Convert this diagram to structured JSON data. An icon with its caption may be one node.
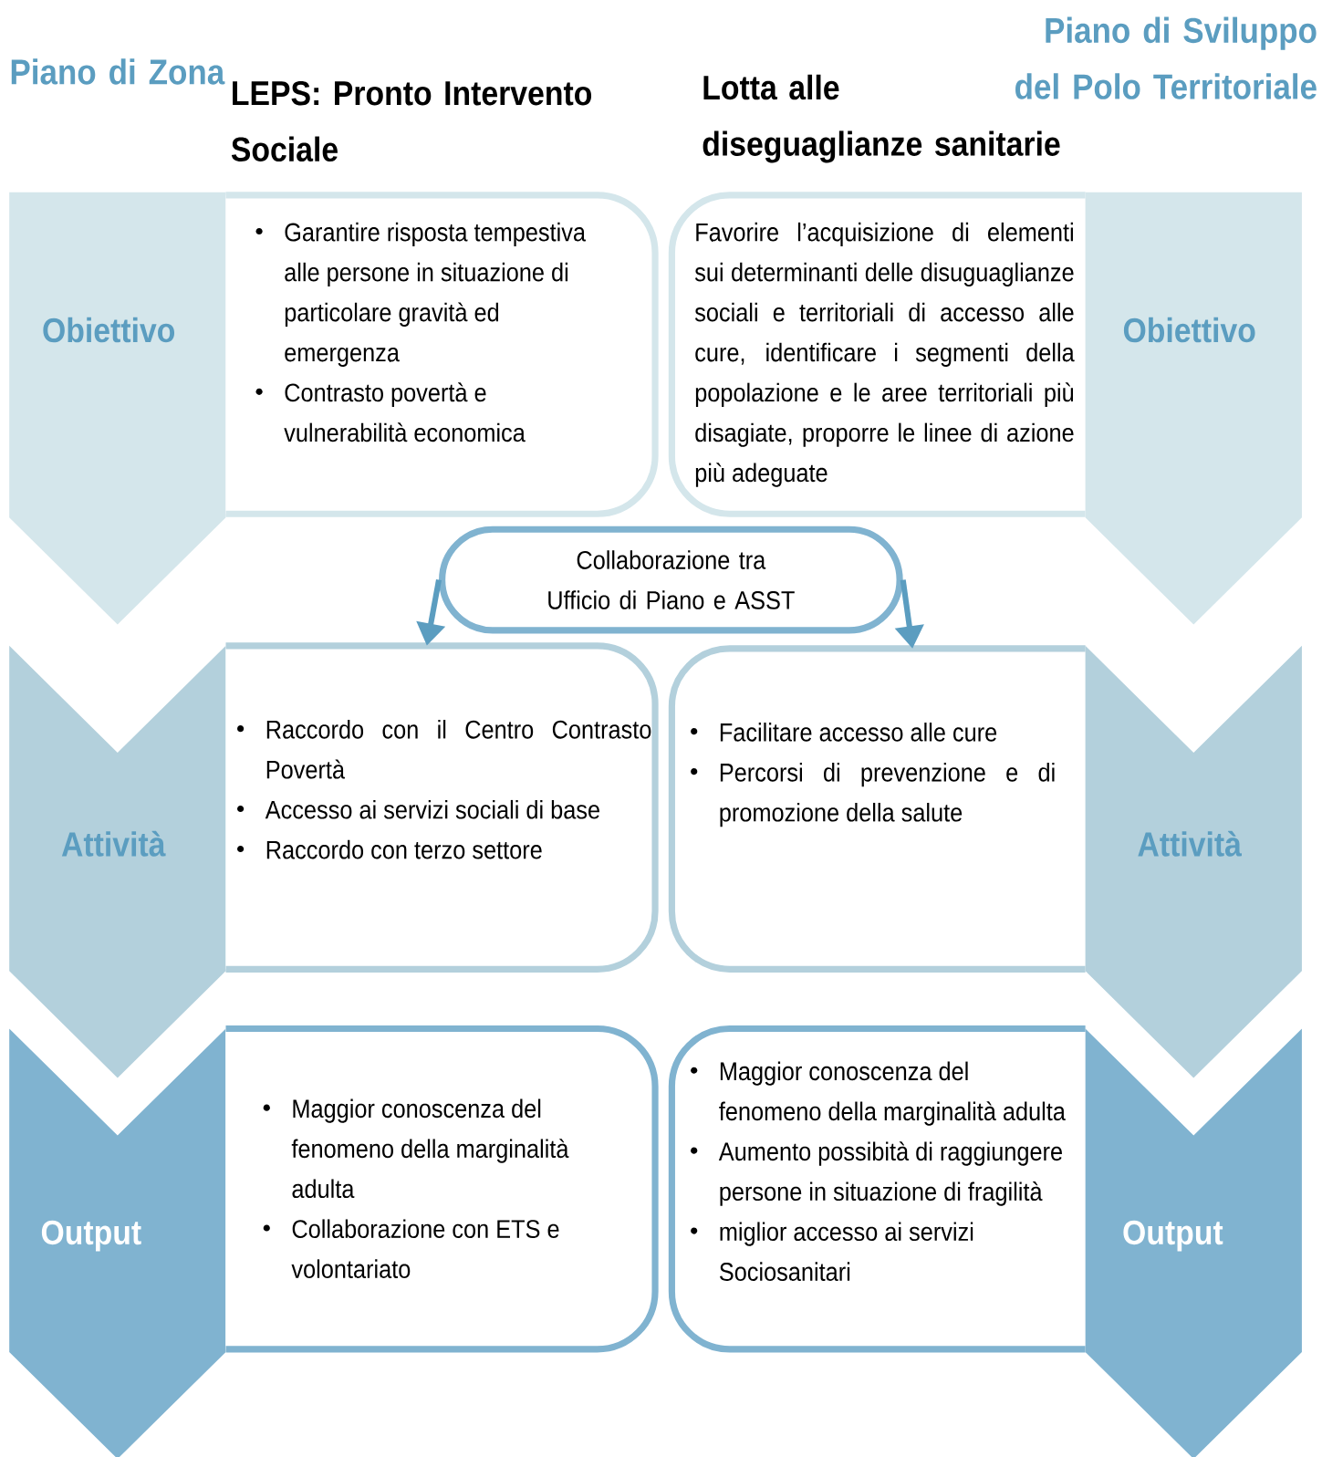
{
  "diagram": {
    "nodes": [
      {
        "text": [
          "Obiettivo"
        ]
      },
      {
        "text": [
          "Garantire risposta tempestiva alle persone in situazione di particolare gravità ed emergenza",
          "Contrasto povertà e vulnerabilità economica"
        ]
      },
      {
        "text": [
          "Favorire l’acquisizione di elementi sui determinanti delle disuguaglianze sociali e territoriali di accesso alle cure, identificare i segmenti della popolazione e le aree territoriali più disagiate, proporre le linee di azione più adeguate"
        ]
      },
      {
        "text": [
          "Obiettivo"
        ]
      },
      {
        "text": [
          "Collaborazione tra Ufficio di Piano e ASST"
        ]
      },
      {
        "text": [
          "Attività"
        ]
      },
      {
        "text": [
          "Raccordo con il Centro Contrasto Povertà",
          "Accesso ai servizi sociali di base",
          "Raccordo con terzo settore"
        ]
      },
      {
        "text": [
          "Facilitare accesso alle cure",
          "Percorsi di prevenzione e di promozione della salute"
        ]
      },
      {
        "text": [
          "Attività"
        ]
      },
      {
        "text": [
          "Output"
        ]
      },
      {
        "text": [
          "Maggior conoscenza del fenomeno della marginalità adulta",
          "Collaborazione con ETS e volontariato"
        ]
      },
      {
        "text": [
          "Maggior conoscenza del fenomeno della marginalità adulta",
          "Aumento possibità di raggiungere persone in situazione di fragilità",
          "miglior accesso ai servizi Sociosanitari"
        ]
      },
      {
        "text": [
          "Output"
        ]
      }
    ],
    "edges": [
      {
        "from": 4,
        "to": 6,
        "arrow": "to"
      },
      {
        "from": 4,
        "to": 7,
        "arrow": "to"
      }
    ],
    "labels": [
      "Piano di Zona",
      "LEPS: Pronto Intervento Sociale",
      "Lotta alle diseguaglianze sanitarie",
      "Piano di Sviluppo del Polo Territoriale"
    ]
  }
}
